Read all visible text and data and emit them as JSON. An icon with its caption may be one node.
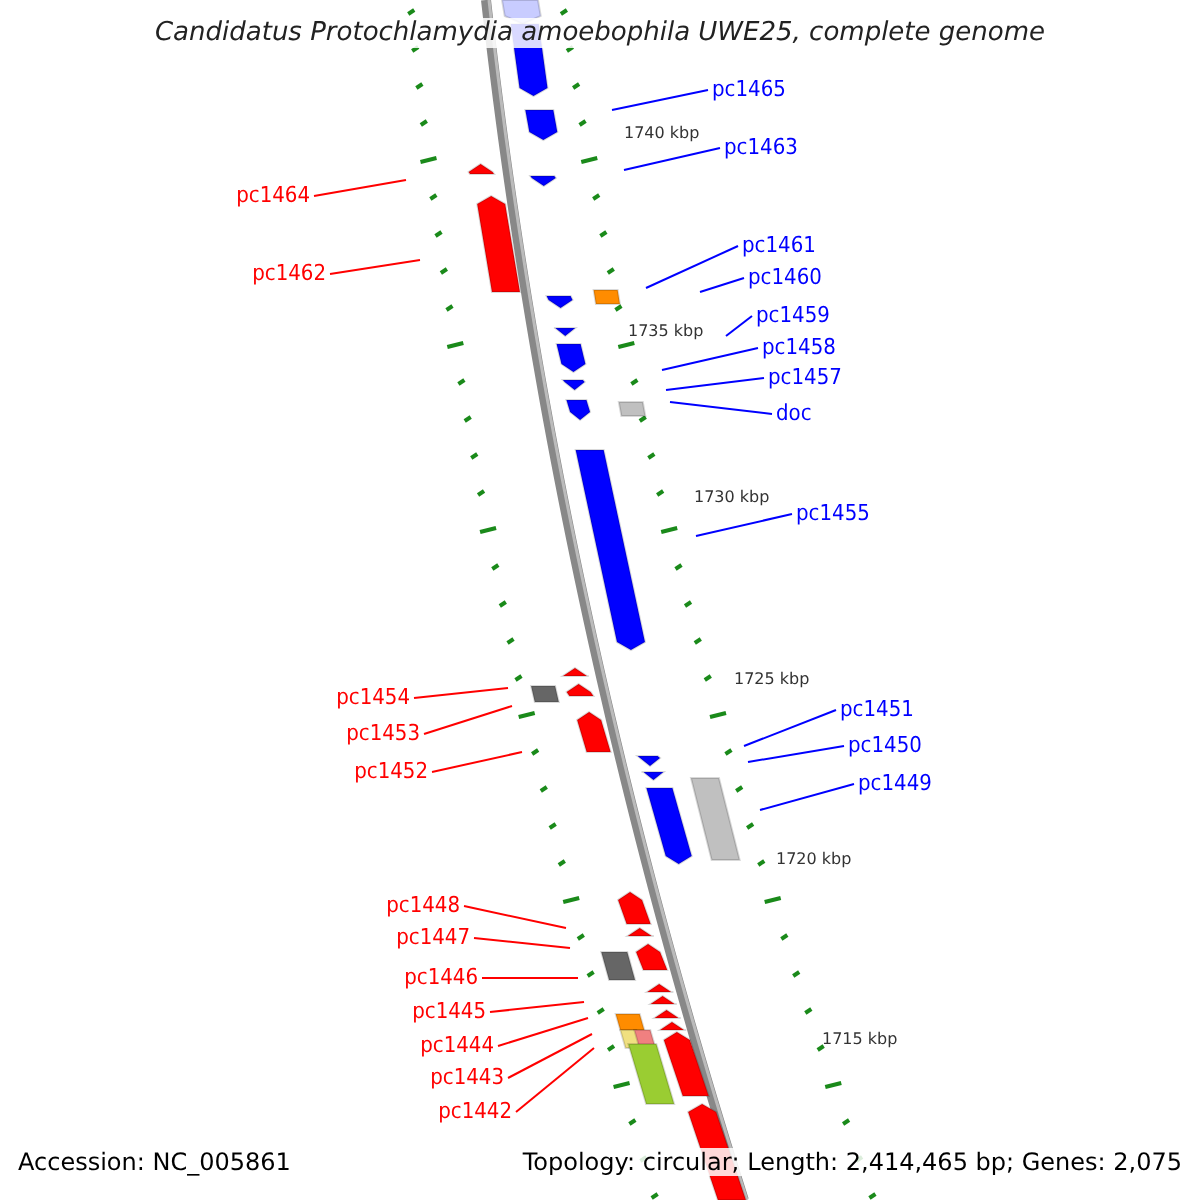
{
  "diagram": {
    "title": "Candidatus Protochlamydia amoebophila UWE25, complete genome",
    "nodes": [
      {
        "text": [
          "pc1465"
        ]
      },
      {
        "text": [
          "pc1463"
        ]
      },
      {
        "text": [
          "pc1464"
        ]
      },
      {
        "text": [
          "pc1461"
        ]
      },
      {
        "text": [
          "pc1462"
        ]
      },
      {
        "text": [
          "pc1460"
        ]
      },
      {
        "text": [
          "pc1459"
        ]
      },
      {
        "text": [
          "pc1458"
        ]
      },
      {
        "text": [
          "pc1457"
        ]
      },
      {
        "text": [
          "doc"
        ]
      },
      {
        "text": [
          "pc1455"
        ]
      },
      {
        "text": [
          "pc1454"
        ]
      },
      {
        "text": [
          "pc1451"
        ]
      },
      {
        "text": [
          "pc1453"
        ]
      },
      {
        "text": [
          "pc1450"
        ]
      },
      {
        "text": [
          "pc1452"
        ]
      },
      {
        "text": [
          "pc1449"
        ]
      },
      {
        "text": [
          "pc1448"
        ]
      },
      {
        "text": [
          "pc1447"
        ]
      },
      {
        "text": [
          "pc1446"
        ]
      },
      {
        "text": [
          "pc1445"
        ]
      },
      {
        "text": [
          "pc1444"
        ]
      },
      {
        "text": [
          "pc1443"
        ]
      },
      {
        "text": [
          "pc1442"
        ]
      }
    ],
    "edges": [
      {
        "from": 0,
        "to": null,
        "arrow": "none",
        "color": "#0000ff"
      },
      {
        "from": 1,
        "to": null,
        "arrow": "none",
        "color": "#0000ff"
      },
      {
        "from": 2,
        "to": null,
        "arrow": "none",
        "color": "#ff0000"
      },
      {
        "from": 3,
        "to": null,
        "arrow": "none",
        "color": "#0000ff"
      },
      {
        "from": 4,
        "to": null,
        "arrow": "none",
        "color": "#ff0000"
      },
      {
        "from": 5,
        "to": null,
        "arrow": "none",
        "color": "#0000ff"
      },
      {
        "from": 6,
        "to": null,
        "arrow": "none",
        "color": "#0000ff"
      },
      {
        "from": 7,
        "to": null,
        "arrow": "none",
        "color": "#0000ff"
      },
      {
        "from": 8,
        "to": null,
        "arrow": "none",
        "color": "#0000ff"
      },
      {
        "from": 9,
        "to": null,
        "arrow": "none",
        "color": "#0000ff"
      },
      {
        "from": 10,
        "to": null,
        "arrow": "none",
        "color": "#0000ff"
      },
      {
        "from": 11,
        "to": null,
        "arrow": "none",
        "color": "#ff0000"
      },
      {
        "from": 12,
        "to": null,
        "arrow": "none",
        "color": "#0000ff"
      },
      {
        "from": 13,
        "to": null,
        "arrow": "none",
        "color": "#ff0000"
      },
      {
        "from": 14,
        "to": null,
        "arrow": "none",
        "color": "#0000ff"
      },
      {
        "from": 15,
        "to": null,
        "arrow": "none",
        "color": "#ff0000"
      },
      {
        "from": 16,
        "to": null,
        "arrow": "none",
        "color": "#0000ff"
      },
      {
        "from": 17,
        "to": null,
        "arrow": "none",
        "color": "#ff0000"
      },
      {
        "from": 18,
        "to": null,
        "arrow": "none",
        "color": "#ff0000"
      },
      {
        "from": 19,
        "to": null,
        "arrow": "none",
        "color": "#ff0000"
      },
      {
        "from": 20,
        "to": null,
        "arrow": "none",
        "color": "#ff0000"
      },
      {
        "from": 21,
        "to": null,
        "arrow": "none",
        "color": "#ff0000"
      },
      {
        "from": 22,
        "to": null,
        "arrow": "none",
        "color": "#ff0000"
      },
      {
        "from": 23,
        "to": null,
        "arrow": "none",
        "color": "#ff0000"
      }
    ],
    "labels": [
      "1740 kbp",
      "1735 kbp",
      "1730 kbp",
      "1725 kbp",
      "1720 kbp",
      "1715 kbp",
      "Accession: NC_005861",
      "Topology: circular; Length: 2,414,465 bp; Genes: 2,075"
    ]
  }
}
